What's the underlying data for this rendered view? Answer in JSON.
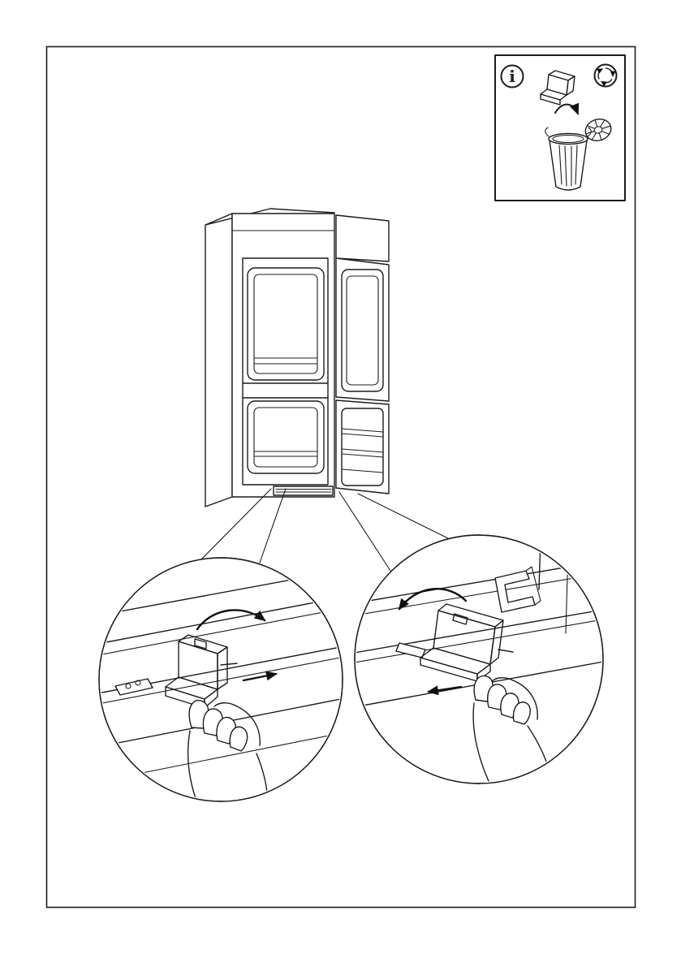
{
  "page": {
    "background": "#ffffff",
    "border_color": "#1c1c1c"
  },
  "colors": {
    "line": "#1c1c1c",
    "part_top": "#b4b4b4",
    "part_front": "#9b9b9b",
    "part_side": "#7c7c7c",
    "arrow": "#111111"
  },
  "disposal_box": {
    "info_glyph": "i",
    "icons": [
      "info-icon",
      "packaging-spacer-icon",
      "recycle-icon",
      "trash-bin-icon"
    ]
  },
  "illustration": {
    "main": "fridge-freezer-open-doors",
    "detail_left": "spacer-rotate-clockwise-and-slide-right",
    "detail_right": "spacer-rotate-counterclockwise-and-slide-left"
  }
}
